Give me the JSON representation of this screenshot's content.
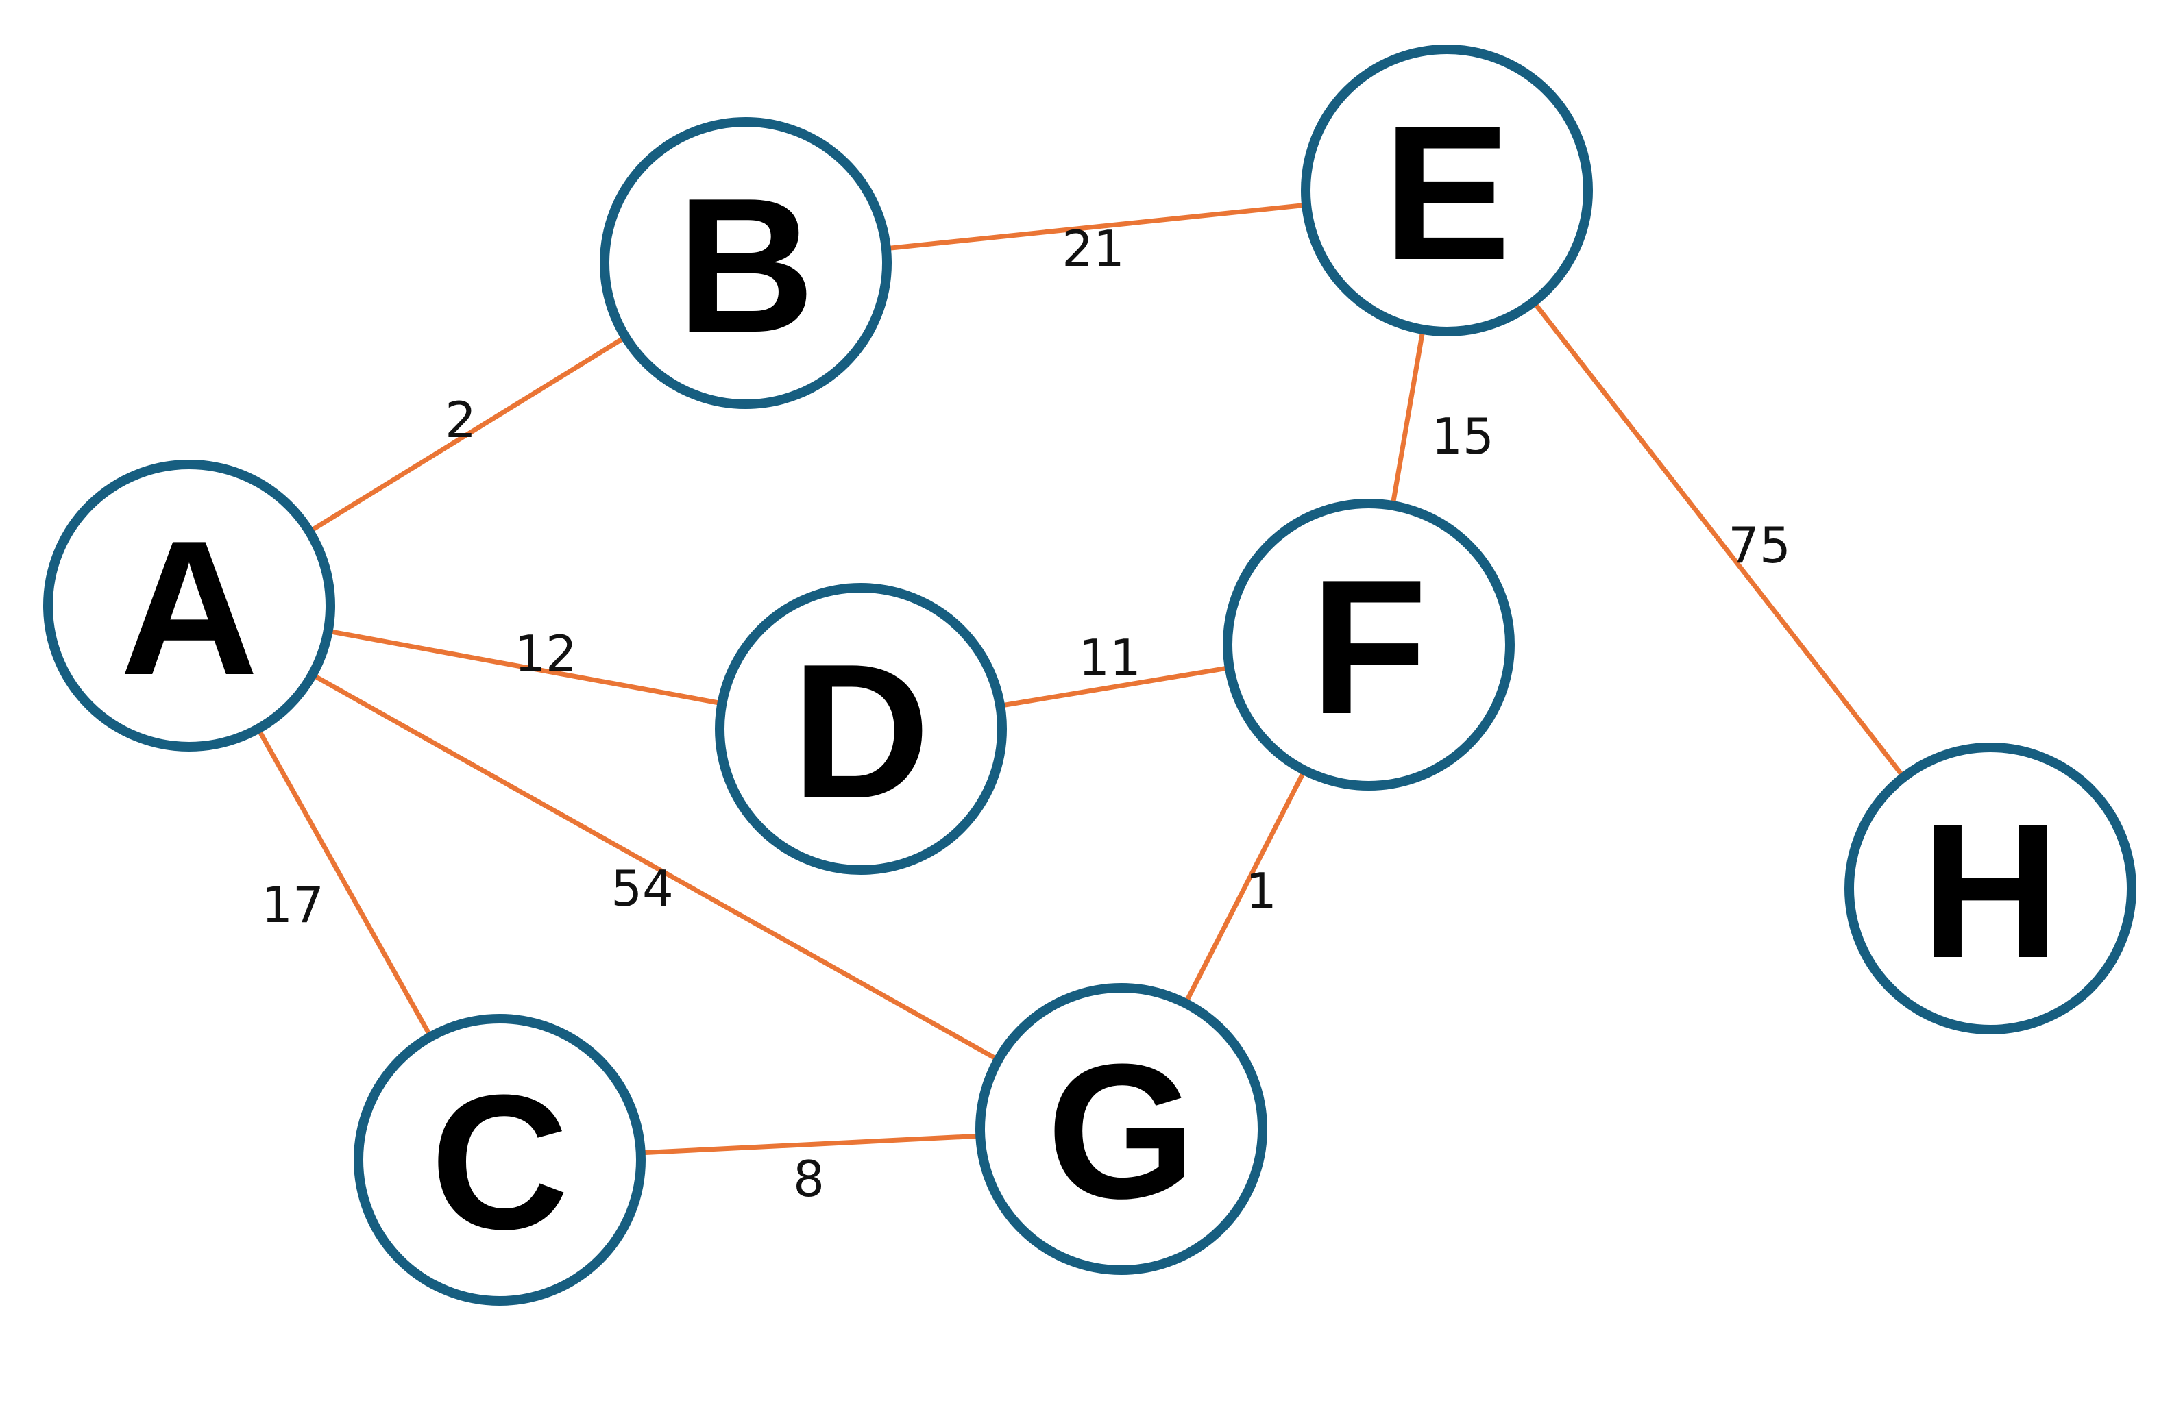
{
  "colors": {
    "edge": "#ea7535",
    "node_stroke": "#175e80",
    "node_fill": "#ffffff",
    "text": "#000000"
  },
  "nodes": [
    {
      "id": "A",
      "label": "A"
    },
    {
      "id": "B",
      "label": "B"
    },
    {
      "id": "C",
      "label": "C"
    },
    {
      "id": "D",
      "label": "D"
    },
    {
      "id": "E",
      "label": "E"
    },
    {
      "id": "F",
      "label": "F"
    },
    {
      "id": "G",
      "label": "G"
    },
    {
      "id": "H",
      "label": "H"
    }
  ],
  "edges": [
    {
      "from": "A",
      "to": "B",
      "weight": "2"
    },
    {
      "from": "B",
      "to": "E",
      "weight": "21"
    },
    {
      "from": "E",
      "to": "F",
      "weight": "15"
    },
    {
      "from": "E",
      "to": "H",
      "weight": "75"
    },
    {
      "from": "A",
      "to": "D",
      "weight": "12"
    },
    {
      "from": "D",
      "to": "F",
      "weight": "11"
    },
    {
      "from": "A",
      "to": "G",
      "weight": "54"
    },
    {
      "from": "F",
      "to": "G",
      "weight": "1"
    },
    {
      "from": "A",
      "to": "C",
      "weight": "17"
    },
    {
      "from": "C",
      "to": "G",
      "weight": "8"
    }
  ]
}
